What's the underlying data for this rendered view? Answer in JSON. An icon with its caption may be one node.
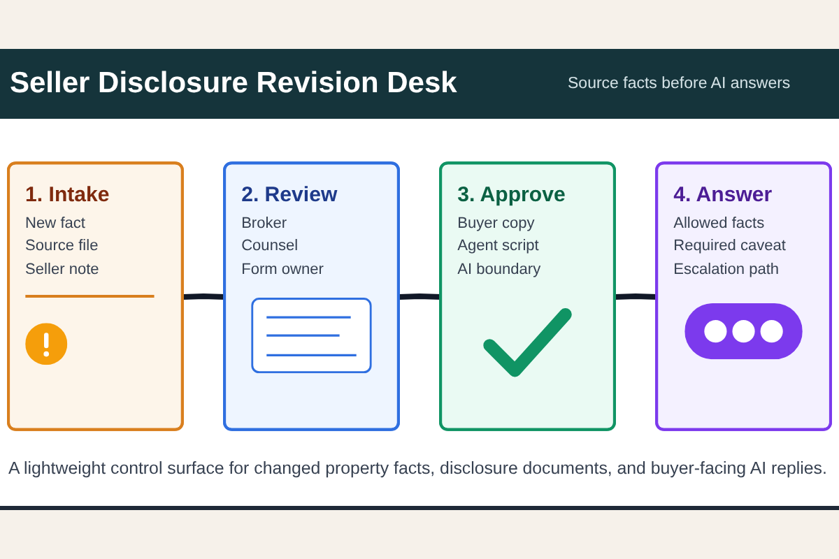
{
  "diagram": {
    "title": "Seller Disclosure Revision Desk",
    "caption": "A lightweight control surface for changed property facts, disclosure documents, and buyer-facing AI replies.",
    "nodes": [
      {
        "text": [
          "1. Intake",
          "New fact",
          "Source file",
          "Seller note"
        ]
      },
      {
        "text": [
          "2. Review",
          "Broker",
          "Counsel",
          "Form owner"
        ]
      },
      {
        "text": [
          "3. Approve",
          "Buyer copy",
          "Agent script",
          "AI boundary"
        ]
      },
      {
        "text": [
          "4. Answer",
          "Allowed facts",
          "Required caveat",
          "Escalation path"
        ]
      }
    ],
    "edges": [
      {
        "from": 0,
        "to": 1,
        "arrow": "none"
      },
      {
        "from": 1,
        "to": 2,
        "arrow": "none"
      },
      {
        "from": 2,
        "to": 3,
        "arrow": "none"
      }
    ],
    "labels": [
      "Source facts before AI answers"
    ]
  }
}
